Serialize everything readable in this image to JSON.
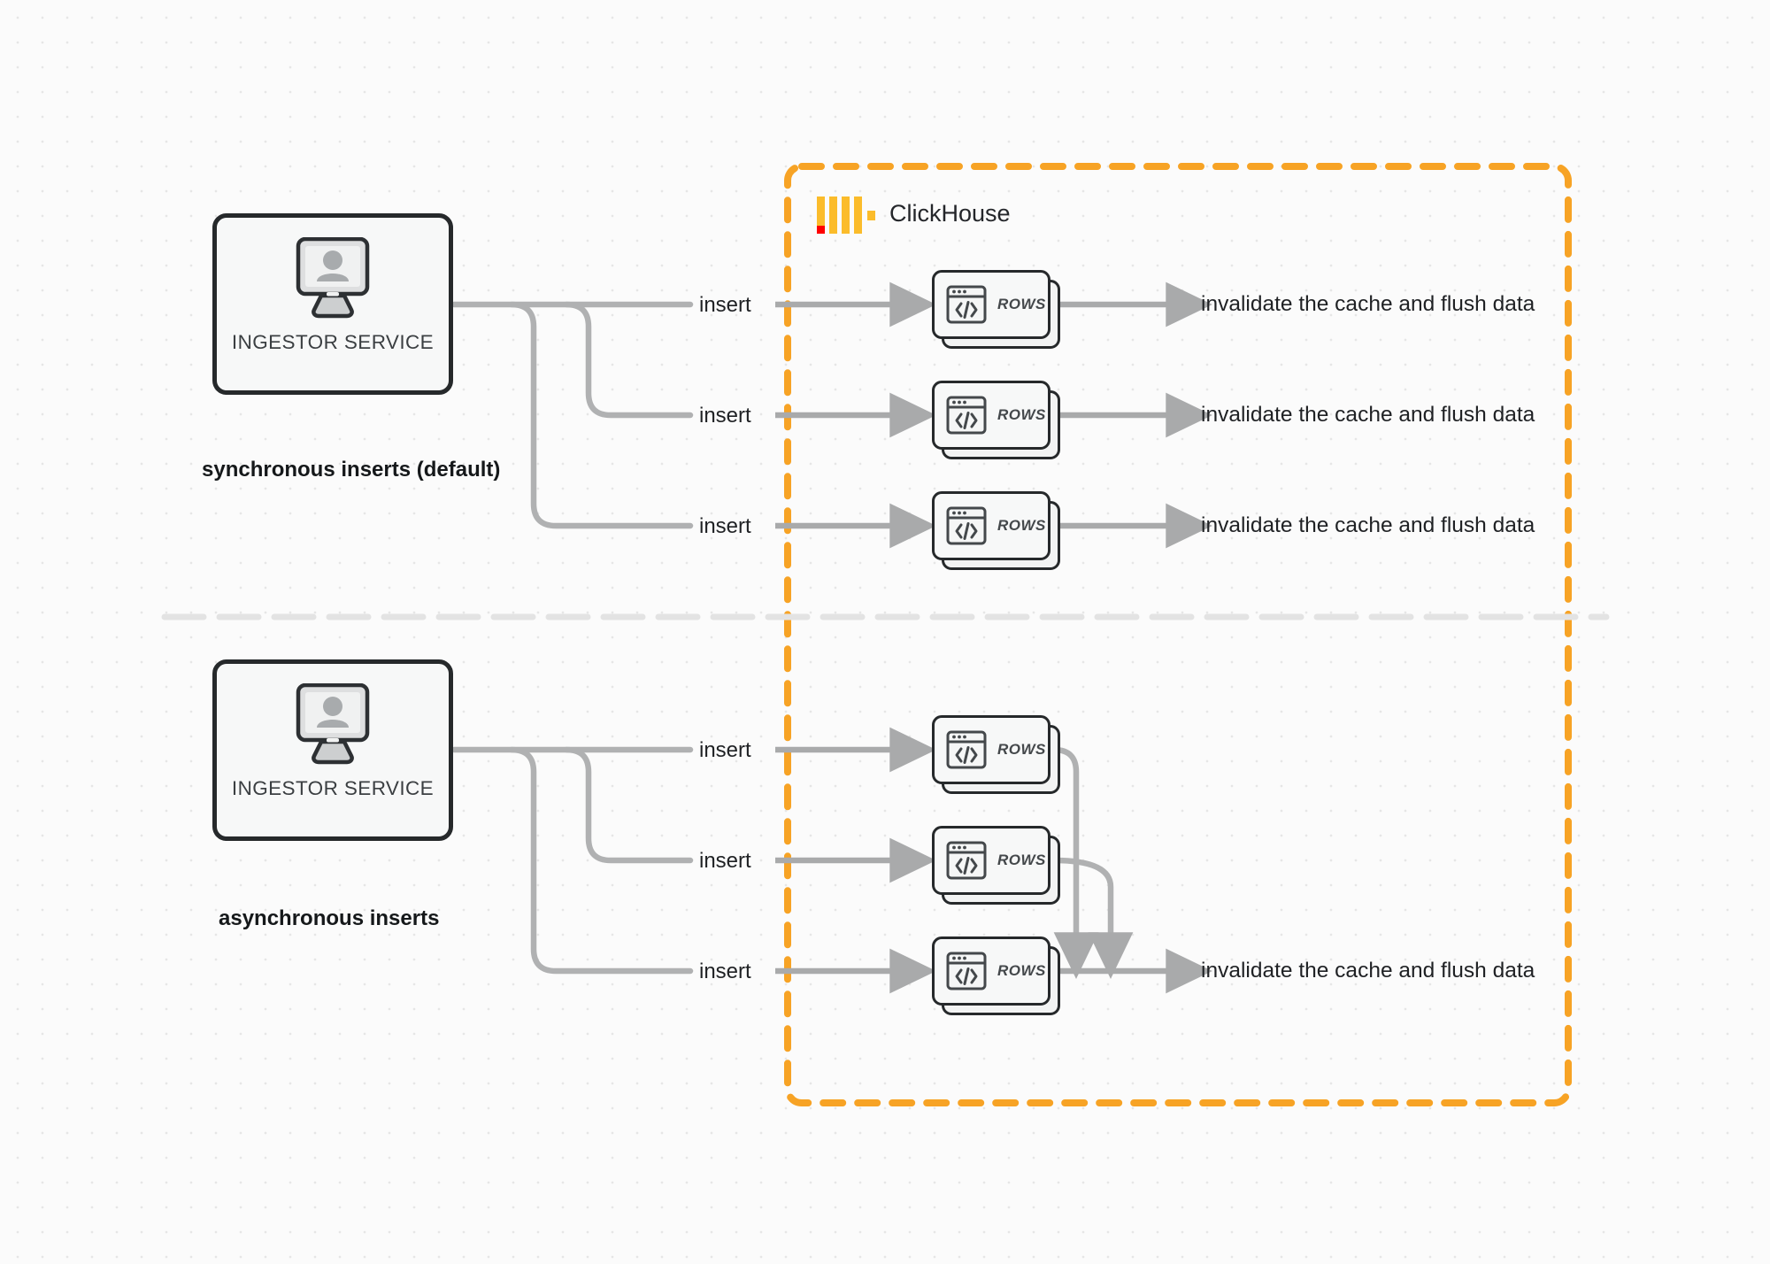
{
  "diagram": {
    "title_container": "ClickHouse",
    "background": {
      "dot_grid": true,
      "bg_color": "#fbfbfb",
      "dot_color": "#e6e6e6"
    },
    "colors": {
      "accent_orange": "#f7a325",
      "logo_red": "#ff0000",
      "arrow_gray": "#a9aaab",
      "box_border": "#26292b",
      "divider_gray": "#e3e3e3"
    }
  },
  "groups": [
    {
      "id": "synchronous",
      "label": "synchronous inserts (default)",
      "source": {
        "label": "INGESTOR SERVICE",
        "icon": "monitor-user-icon"
      },
      "rows": [
        {
          "edge_label": "insert",
          "card_label": "ROWS",
          "out_label": "invalidate the cache and flush data"
        },
        {
          "edge_label": "insert",
          "card_label": "ROWS",
          "out_label": "invalidate the cache and flush data"
        },
        {
          "edge_label": "insert",
          "card_label": "ROWS",
          "out_label": "invalidate the cache and flush data"
        }
      ]
    },
    {
      "id": "asynchronous",
      "label": "asynchronous inserts",
      "source": {
        "label": "INGESTOR SERVICE",
        "icon": "monitor-user-icon"
      },
      "rows": [
        {
          "edge_label": "insert",
          "card_label": "ROWS"
        },
        {
          "edge_label": "insert",
          "card_label": "ROWS"
        },
        {
          "edge_label": "insert",
          "card_label": "ROWS"
        }
      ],
      "merged_out_label": "invalidate the cache and flush data"
    }
  ]
}
